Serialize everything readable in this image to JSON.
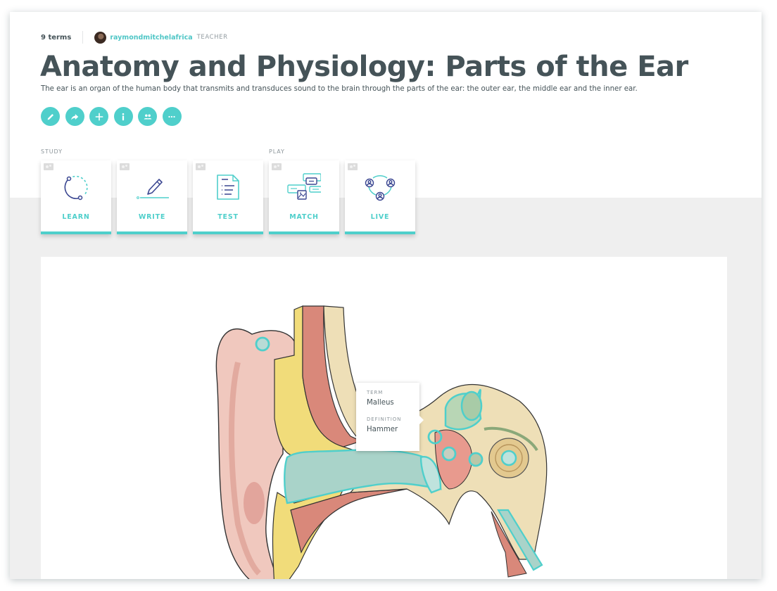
{
  "set": {
    "term_count": "9 terms",
    "author": {
      "username": "raymondmitchelafrica",
      "role": "TEACHER"
    },
    "title": "Anatomy and Physiology: Parts of the Ear",
    "description": "The ear is an organ of the human body that transmits and transduces sound to the brain through the parts of the ear: the outer ear, the middle ear and the inner ear."
  },
  "actions": [
    {
      "name": "edit",
      "icon": "pencil-icon"
    },
    {
      "name": "share",
      "icon": "share-arrow-icon"
    },
    {
      "name": "add",
      "icon": "plus-icon"
    },
    {
      "name": "info",
      "icon": "info-icon"
    },
    {
      "name": "add-to-class",
      "icon": "people-icon"
    },
    {
      "name": "more",
      "icon": "ellipsis-icon"
    }
  ],
  "study": {
    "label": "STUDY",
    "modes": [
      {
        "label": "LEARN",
        "icon": "learn-icon"
      },
      {
        "label": "WRITE",
        "icon": "write-icon"
      },
      {
        "label": "TEST",
        "icon": "test-icon"
      }
    ]
  },
  "play": {
    "label": "PLAY",
    "modes": [
      {
        "label": "MATCH",
        "icon": "match-icon"
      },
      {
        "label": "LIVE",
        "icon": "live-icon"
      }
    ]
  },
  "tooltip": {
    "term_label": "TERM",
    "term": "Malleus",
    "definition_label": "DEFINITION",
    "definition": "Hammer"
  },
  "colors": {
    "accent": "#4fcfcb",
    "title": "#455358",
    "link": "#4fc6c6",
    "muted": "#8d969b",
    "page_bg": "#efefef"
  }
}
